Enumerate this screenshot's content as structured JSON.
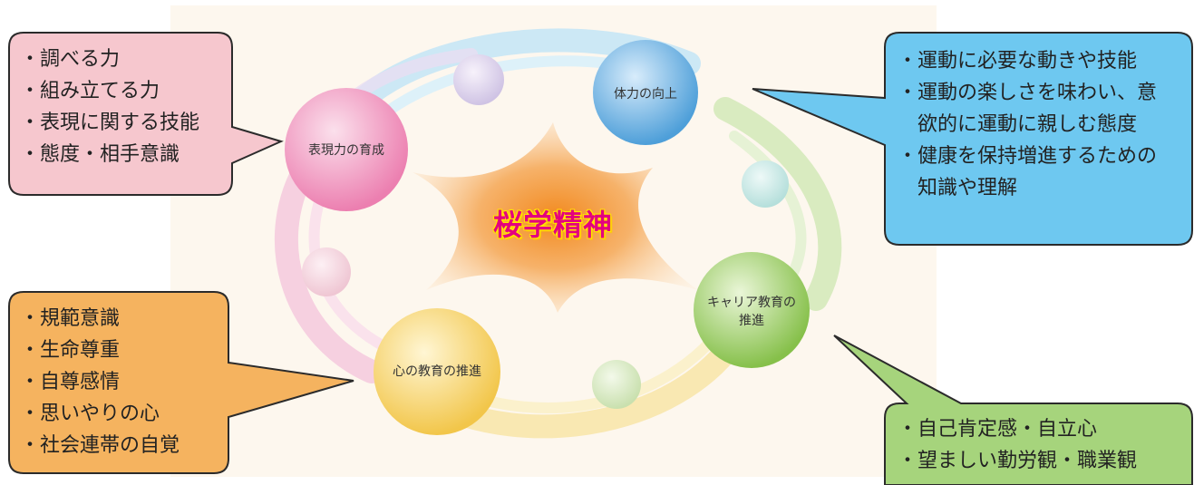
{
  "center": {
    "title": "桜学精神"
  },
  "nodes": {
    "expression": {
      "label": "表現力の育成"
    },
    "physical": {
      "label": "体力の向上"
    },
    "career": {
      "line1": "キャリア教育の",
      "line2": "推進"
    },
    "heart": {
      "label": "心の教育の推進"
    }
  },
  "callouts": {
    "expression": {
      "color": "#f6c7ce",
      "items": [
        "・調べる力",
        "・組み立てる力",
        "・表現に関する技能",
        "・態度・相手意識"
      ]
    },
    "physical": {
      "color": "#6ec8f0",
      "items": [
        "・運動に必要な動きや技能",
        "・運動の楽しさを味わい、意",
        "　欲的に運動に親しむ態度",
        "・健康を保持増進するための",
        "　知識や理解"
      ]
    },
    "heart": {
      "color": "#f5b35f",
      "items": [
        "・規範意識",
        "・生命尊重",
        "・自尊感情",
        "・思いやりの心",
        "・社会連帯の自覚"
      ]
    },
    "career": {
      "color": "#a6d47c",
      "items": [
        "・自己肯定感・自立心",
        "・望ましい勤労観・職業観"
      ]
    }
  }
}
